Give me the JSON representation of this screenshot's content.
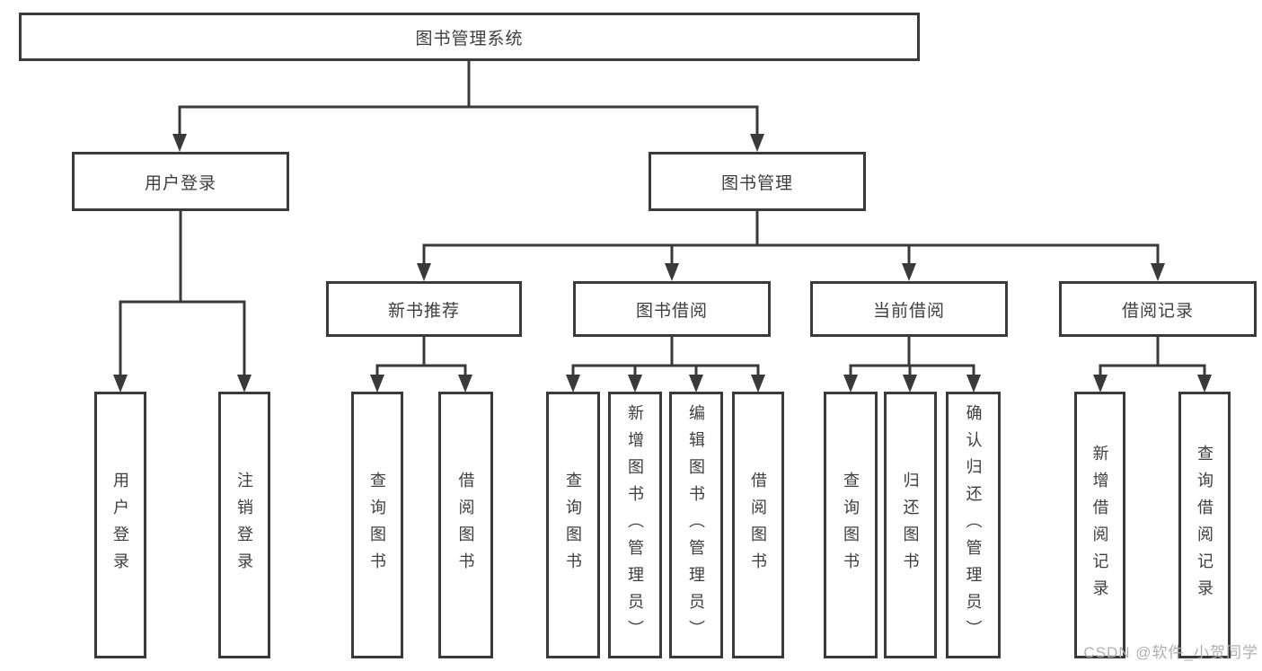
{
  "diagram": {
    "root": {
      "label": "图书管理系统"
    },
    "branches": [
      {
        "label": "用户登录",
        "children": [
          {
            "label": "用户登录"
          },
          {
            "label": "注销登录"
          }
        ]
      },
      {
        "label": "图书管理",
        "children": [
          {
            "label": "新书推荐",
            "children": [
              {
                "label": "查询图书"
              },
              {
                "label": "借阅图书"
              }
            ]
          },
          {
            "label": "图书借阅",
            "children": [
              {
                "label": "查询图书"
              },
              {
                "label": "新增图书（管理员）"
              },
              {
                "label": "编辑图书（管理员）"
              },
              {
                "label": "借阅图书"
              }
            ]
          },
          {
            "label": "当前借阅",
            "children": [
              {
                "label": "查询图书"
              },
              {
                "label": "归还图书"
              },
              {
                "label": "确认归还（管理员）"
              }
            ]
          },
          {
            "label": "借阅记录",
            "children": [
              {
                "label": "新增借阅记录"
              },
              {
                "label": "查询借阅记录"
              }
            ]
          }
        ]
      }
    ]
  },
  "watermark": {
    "text": "CSDN @软件_小贺同学"
  },
  "colors": {
    "line": "#3a3a3a",
    "box_border": "#3a3a3a",
    "text": "#3e3e3e",
    "watermark": "#b0b0b0",
    "background": "#ffffff"
  }
}
